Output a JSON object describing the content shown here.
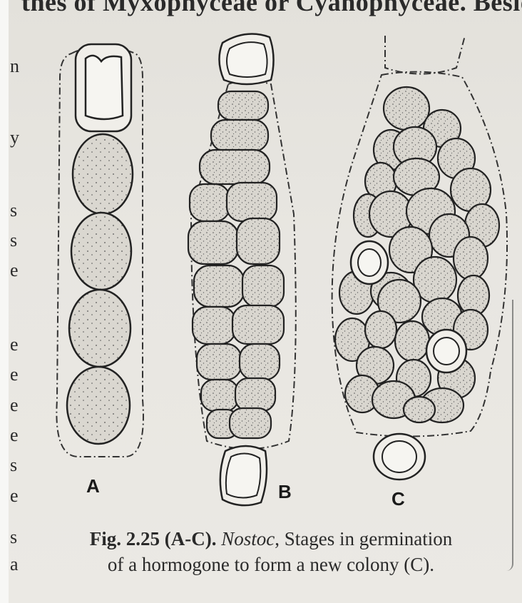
{
  "header_fragment": "thes of Myxophyceae or Cyanophyceae. Besides",
  "margin_letters": [
    "n",
    "y",
    "s",
    "s",
    "e",
    "e",
    "e",
    "e",
    "e",
    "s",
    "e",
    "s",
    "a"
  ],
  "figure": {
    "panel_labels": [
      "A",
      "B",
      "C"
    ]
  },
  "caption": {
    "figure_number": "Fig. 2.25 (A-C).",
    "genus": "Nostoc",
    "line1_rest": ", Stages in germination",
    "line2": "of a hormogone to form a new colony (C)."
  }
}
